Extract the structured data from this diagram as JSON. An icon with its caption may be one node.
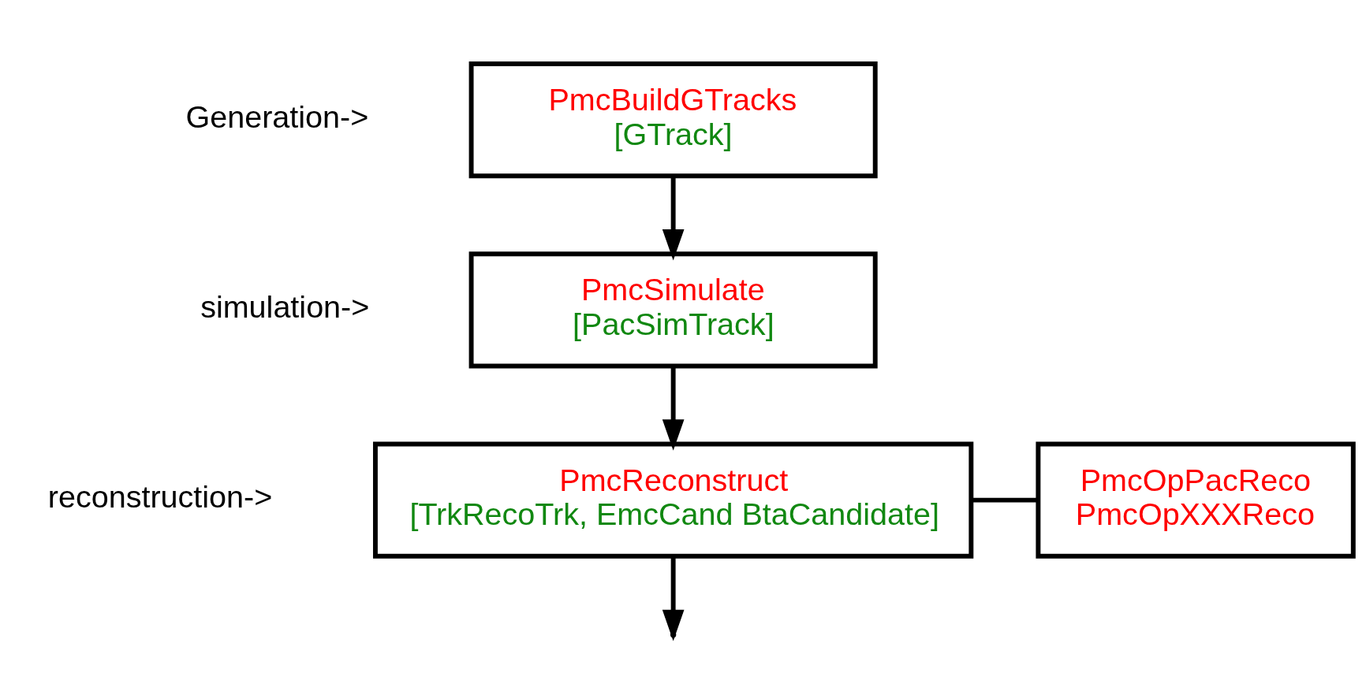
{
  "diagram": {
    "nodes": [
      {
        "text": [
          "PmcBuildGTracks",
          "[GTrack]"
        ]
      },
      {
        "text": [
          "PmcSimulate",
          "[PacSimTrack]"
        ]
      },
      {
        "text": [
          "PmcReconstruct",
          "[TrkRecoTrk, EmcCand BtaCandidate]"
        ]
      },
      {
        "text": [
          "PmcOpPacReco",
          "PmcOpXXXReco"
        ]
      }
    ],
    "edges": [
      {
        "from": 0,
        "to": 1,
        "arrow": "to"
      },
      {
        "from": 1,
        "to": 2,
        "arrow": "to"
      },
      {
        "from": 2,
        "to": null,
        "arrow": "to"
      },
      {
        "from": 2,
        "to": 3,
        "arrow": "none"
      }
    ],
    "labels": [
      "Generation->",
      "simulation->",
      "reconstruction->"
    ]
  }
}
